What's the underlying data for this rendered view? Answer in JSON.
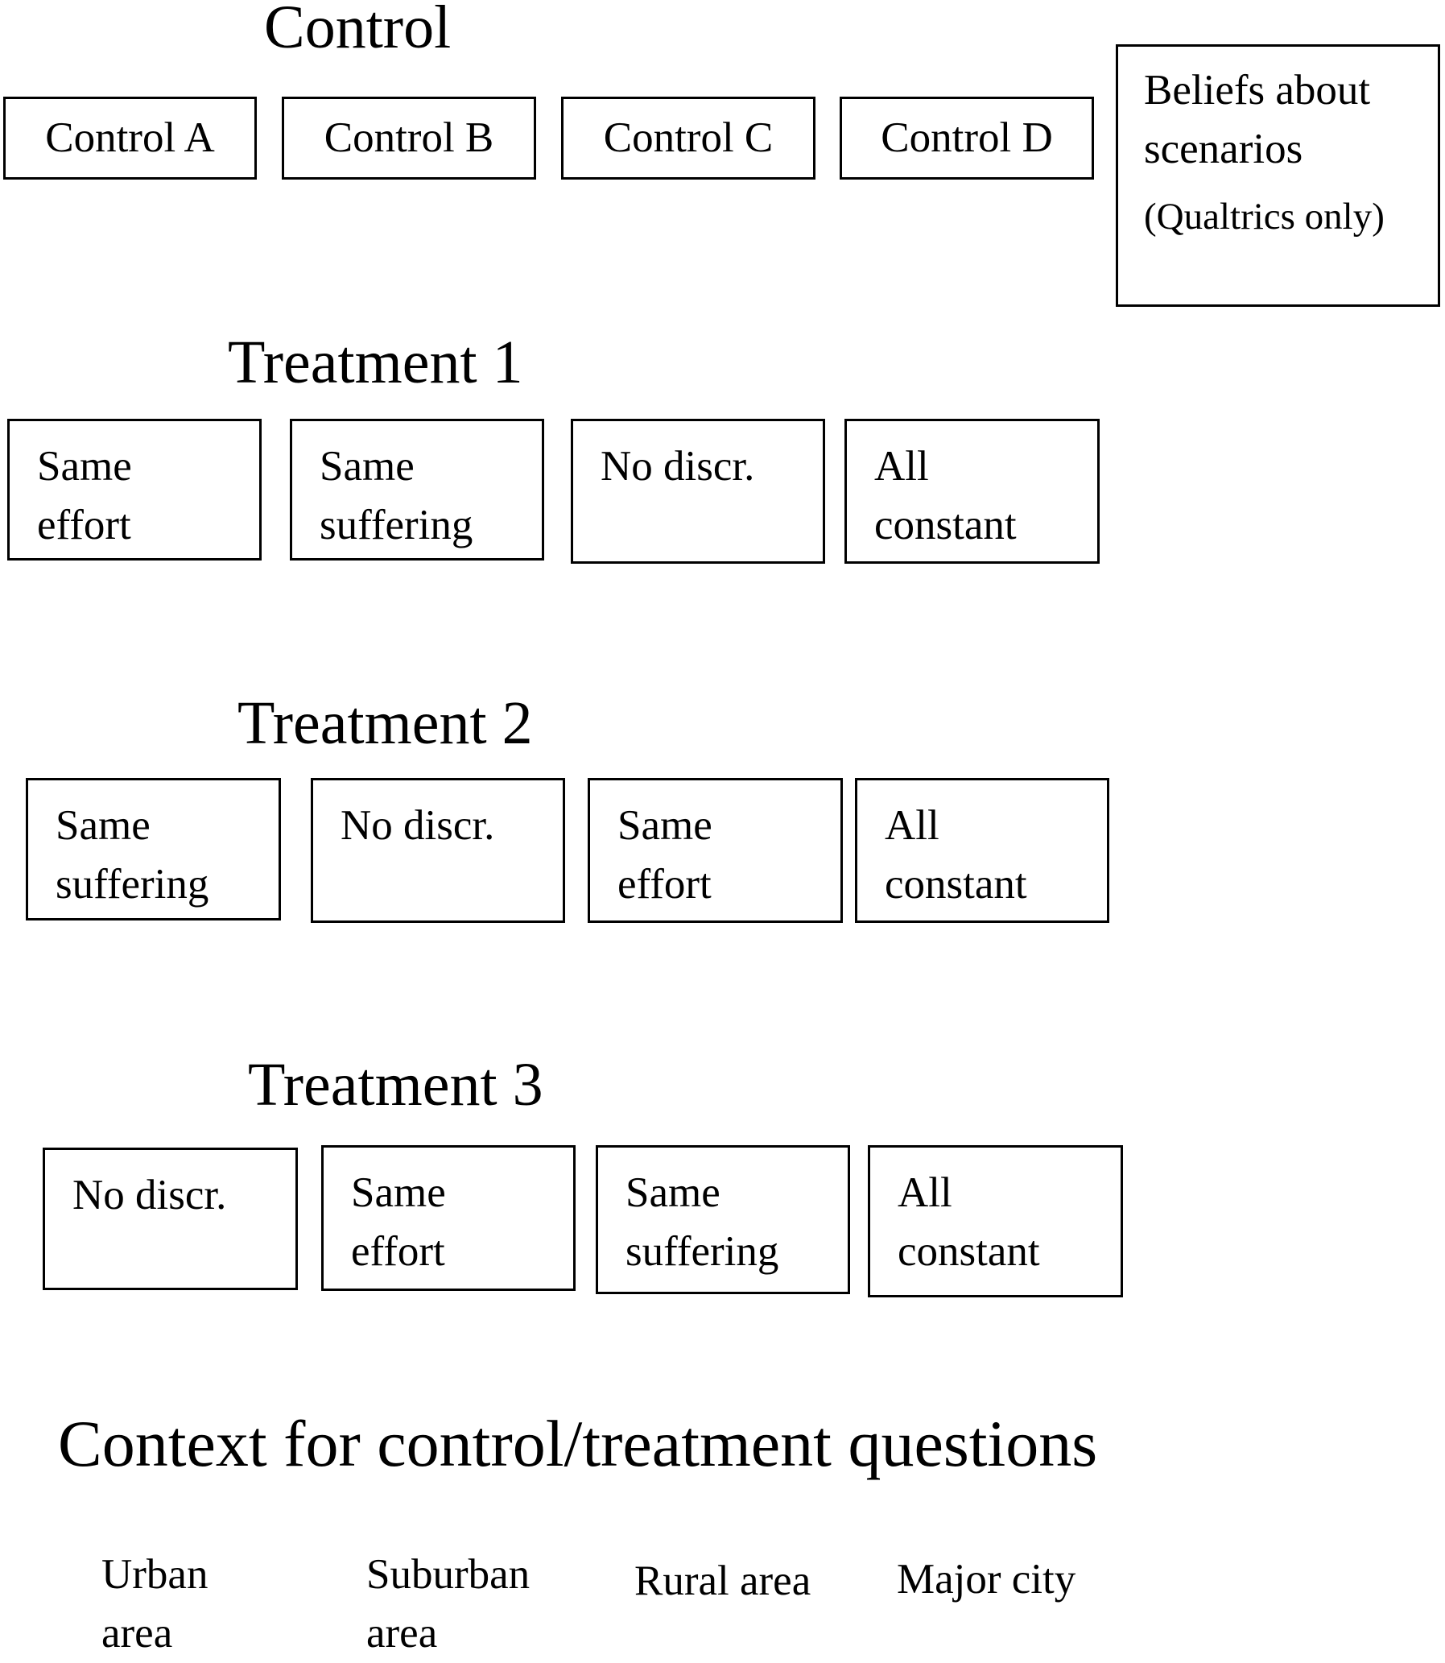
{
  "control": {
    "heading": "Control",
    "boxes": [
      "Control A",
      "Control B",
      "Control C",
      "Control D"
    ],
    "beliefs": {
      "title": "Beliefs about\nscenarios",
      "note": "(Qualtrics only)"
    }
  },
  "treatment1": {
    "heading": "Treatment 1",
    "boxes": [
      "Same\neffort",
      "Same\nsuffering",
      "No discr.",
      "All\nconstant"
    ]
  },
  "treatment2": {
    "heading": "Treatment 2",
    "boxes": [
      "Same\nsuffering",
      "No discr.",
      "Same\neffort",
      "All\nconstant"
    ]
  },
  "treatment3": {
    "heading": "Treatment 3",
    "boxes": [
      "No discr.",
      "Same\neffort",
      "Same\nsuffering",
      "All\nconstant"
    ]
  },
  "context": {
    "heading": "Context for control/treatment questions",
    "items": [
      "Urban\narea",
      "Suburban\narea",
      "Rural area",
      "Major city"
    ]
  }
}
